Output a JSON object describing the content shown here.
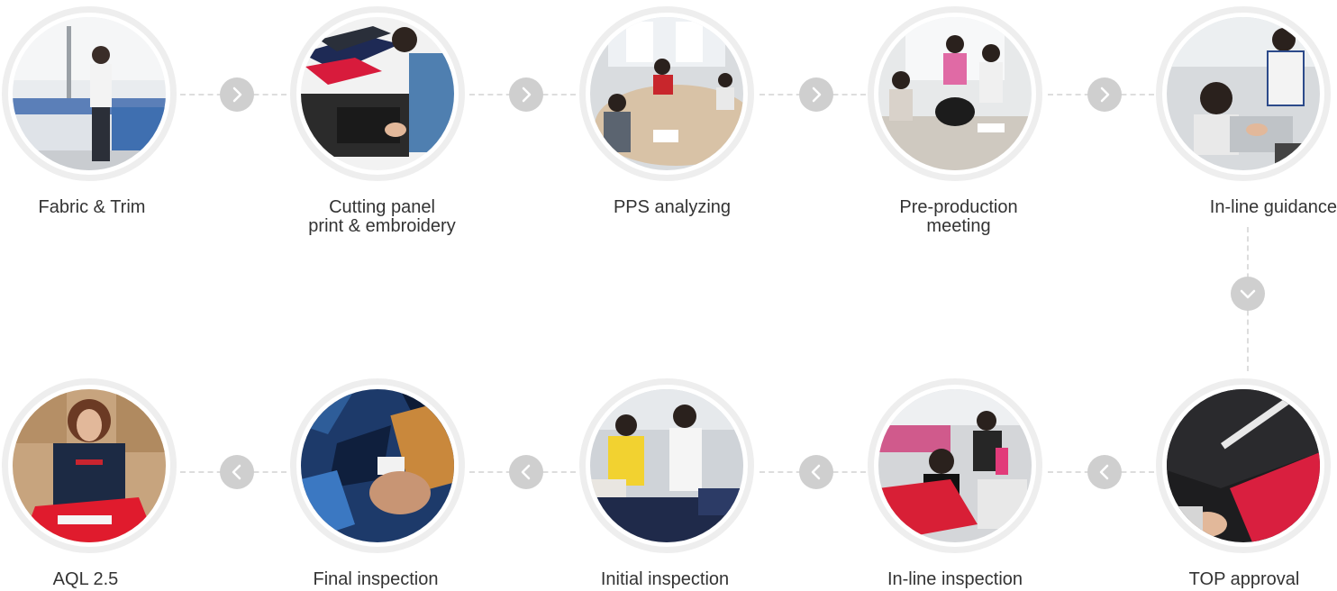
{
  "steps": [
    {
      "id": "fabric-trim",
      "lines": [
        "Fabric & Trim"
      ],
      "photo_subject": "laboratory-icon"
    },
    {
      "id": "cutting-panel",
      "lines": [
        "Cutting panel",
        "print & embroidery"
      ],
      "photo_subject": "fabric-panels-icon"
    },
    {
      "id": "pps-analyzing",
      "lines": [
        "PPS analyzing"
      ],
      "photo_subject": "meeting-table-icon"
    },
    {
      "id": "pre-production-meeting",
      "lines": [
        "Pre-production",
        "meeting"
      ],
      "photo_subject": "group-meeting-icon"
    },
    {
      "id": "in-line-guidance",
      "lines": [
        "In-line guidance"
      ],
      "photo_subject": "sewing-guidance-icon"
    },
    {
      "id": "top-approval",
      "lines": [
        "TOP approval"
      ],
      "photo_subject": "garment-measure-icon"
    },
    {
      "id": "in-line-inspection",
      "lines": [
        "In-line inspection"
      ],
      "photo_subject": "sewing-line-icon"
    },
    {
      "id": "initial-inspection",
      "lines": [
        "Initial inspection"
      ],
      "photo_subject": "inspection-table-icon"
    },
    {
      "id": "final-inspection",
      "lines": [
        "Final inspection"
      ],
      "photo_subject": "garment-check-icon"
    },
    {
      "id": "aql",
      "lines": [
        "AQL 2.5"
      ],
      "photo_subject": "packing-icon"
    }
  ],
  "colors": {
    "ring": "#eeeeee",
    "arrow_bg": "#cfcfcf",
    "arrow_glyph": "#ffffff",
    "connector": "#dddddd",
    "text": "#333333"
  }
}
